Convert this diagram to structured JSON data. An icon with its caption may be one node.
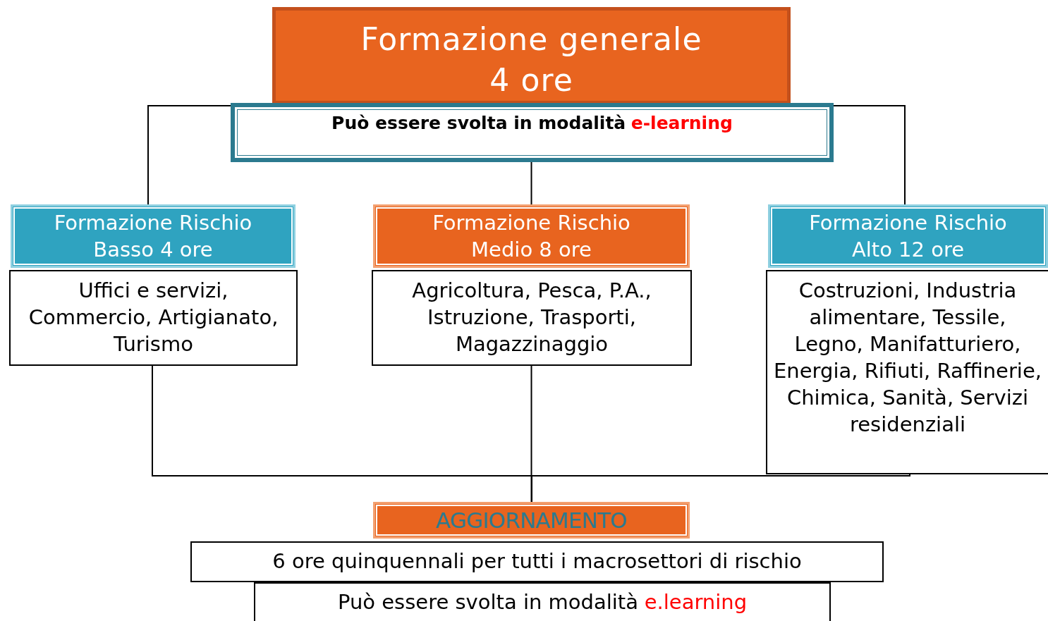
{
  "diagram": {
    "nodes": [
      {
        "text": [
          "Formazione generale 4 ore"
        ]
      },
      {
        "text": [
          "Può essere svolta in modalità",
          "e-learning"
        ]
      },
      {
        "text": [
          "Formazione Rischio Basso 4 ore"
        ]
      },
      {
        "text": [
          "Uffici e servizi, Commercio, Artigianato, Turismo"
        ]
      },
      {
        "text": [
          "Formazione Rischio Medio 8 ore"
        ]
      },
      {
        "text": [
          "Agricoltura, Pesca, P.A., Istruzione, Trasporti, Magazzinaggio"
        ]
      },
      {
        "text": [
          "Formazione Rischio Alto 12 ore"
        ]
      },
      {
        "text": [
          "Costruzioni, Industria alimentare, Tessile, Legno, Manifatturiero, Energia, Rifiuti, Raffinerie, Chimica, Sanità, Servizi residenziali"
        ]
      },
      {
        "text": [
          "AGGIORNAMENTO"
        ]
      },
      {
        "text": [
          "6 ore quinquennali per tutti i macrosettori di rischio"
        ]
      },
      {
        "text": [
          "Può essere svolta in modalità",
          "e.learning"
        ]
      }
    ],
    "edges": [
      {
        "from": 1,
        "to": 2,
        "arrow": "none"
      },
      {
        "from": 1,
        "to": 4,
        "arrow": "none"
      },
      {
        "from": 1,
        "to": 6,
        "arrow": "none"
      },
      {
        "from": 3,
        "to": 8,
        "arrow": "none"
      },
      {
        "from": 5,
        "to": 8,
        "arrow": "none"
      },
      {
        "from": 7,
        "to": 8,
        "arrow": "none"
      }
    ]
  }
}
